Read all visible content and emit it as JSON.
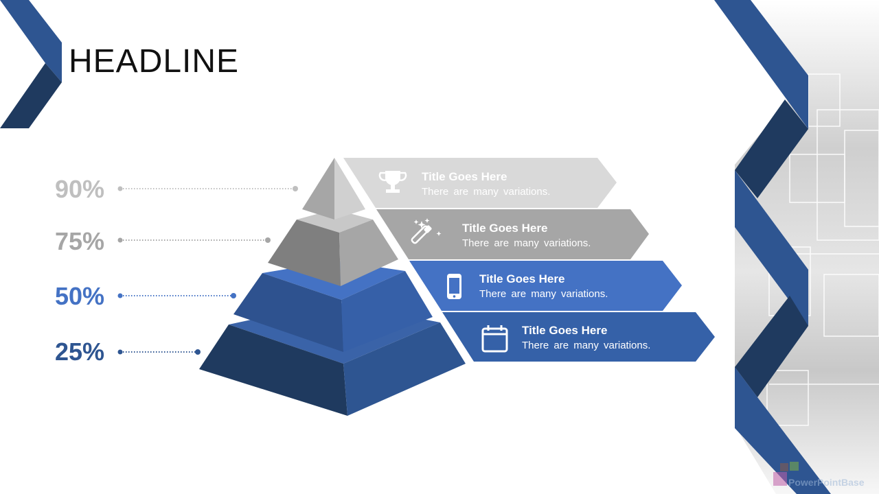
{
  "slide": {
    "headline": "HEADLINE",
    "watermark": "PowerPointBase"
  },
  "levels": [
    {
      "percent": "90%",
      "title": "Title Goes Here",
      "subtitle": "There are many variations.",
      "icon": "trophy-icon",
      "color": "#d9d9d9",
      "label_color": "#bfbfbf"
    },
    {
      "percent": "75%",
      "title": "Title Goes Here",
      "subtitle": "There are many variations.",
      "icon": "magic-wand-icon",
      "color": "#a6a6a6",
      "label_color": "#a6a6a6"
    },
    {
      "percent": "50%",
      "title": "Title Goes Here",
      "subtitle": "There are many variations.",
      "icon": "smartphone-icon",
      "color": "#4472c4",
      "label_color": "#4472c4"
    },
    {
      "percent": "25%",
      "title": "Title Goes Here",
      "subtitle": "There are many variations.",
      "icon": "calendar-icon",
      "color": "#3561a8",
      "label_color": "#2e5591"
    }
  ],
  "colors": {
    "accent_blue": "#2e5591",
    "dark_blue": "#1f3a5f"
  }
}
